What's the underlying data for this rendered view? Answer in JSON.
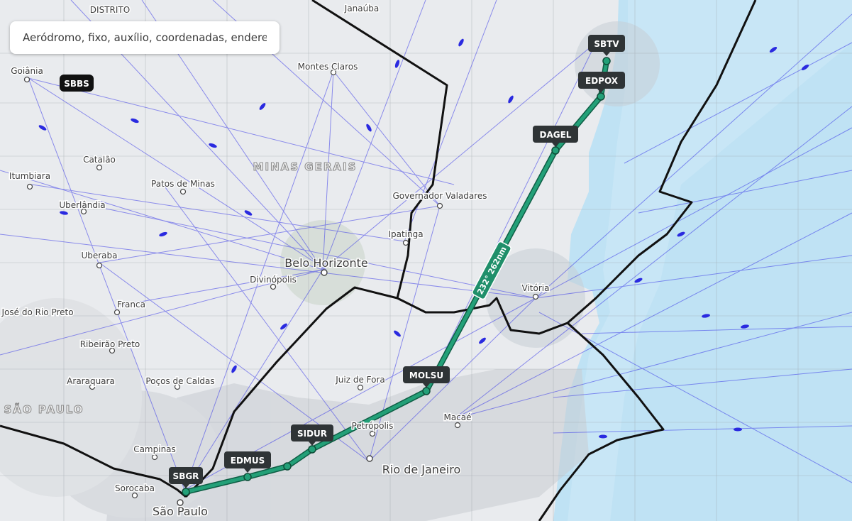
{
  "search": {
    "placeholder": "Aeródromo, fixo, auxílio, coordenadas, endereço"
  },
  "route": {
    "summary": "232° 262nm",
    "waypoints": [
      "SBGR",
      "EDMUS",
      "SIDUR",
      "MOLSU",
      "DAGEL",
      "EDPOX",
      "SBTV"
    ]
  },
  "airport_badges": [
    "SBBS"
  ],
  "cities": {
    "goiania": "Goiânia",
    "catalao": "Catalão",
    "itumbiara": "Itumbiara",
    "patos": "Patos de Minas",
    "uberlandia": "Uberlândia",
    "uberaba": "Uberaba",
    "franca": "Franca",
    "sjrp": "São José do Rio Preto",
    "ribeirao": "Ribeirão Preto",
    "araraquara": "Araraquara",
    "pocos": "Poços de Caldas",
    "campinas": "Campinas",
    "sorocaba": "Sorocaba",
    "saopaulo": "São Paulo",
    "montes": "Montes Claros",
    "janauba": "Janaúba",
    "gv": "Governador Valadares",
    "ipatinga": "Ipatinga",
    "bh": "Belo Horizonte",
    "divinopolis": "Divinópolis",
    "vitoria": "Vitória",
    "juiz": "Juiz de Fora",
    "petropolis": "Petrópolis",
    "rio": "Rio de Janeiro",
    "macae": "Macaé",
    "distrito": "DISTRITO"
  },
  "regions": {
    "mg": "MINAS GERAIS",
    "sp": "SÃO PAULO"
  },
  "colors": {
    "land": "#e9ebee",
    "ocean": "#bfe2f4",
    "route": "#1f8f6a",
    "airway": "#2a2ae0",
    "border": "#111111",
    "badge": "#2f3436"
  }
}
